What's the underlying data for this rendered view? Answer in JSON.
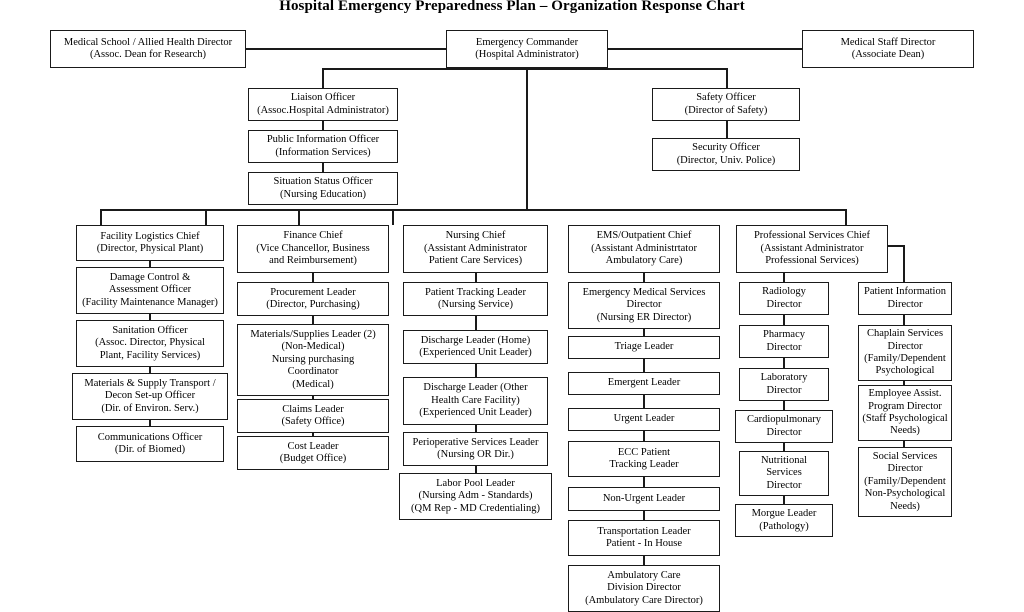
{
  "title": "Hospital Emergency Preparedness Plan – Organization Response Chart",
  "chart_data": {
    "type": "diagram",
    "diagram_kind": "organization-chart",
    "title": "Hospital Emergency Preparedness Plan – Organization Response Chart",
    "root": "Emergency Commander",
    "node_count": 42,
    "columns": [
      "Facility Logistics",
      "Finance",
      "Nursing",
      "EMS/Outpatient",
      "Professional Services",
      "Patient Information"
    ]
  },
  "nodes": {
    "medical_school": {
      "line1": "Medical School / Allied Health Director",
      "line2": "(Assoc. Dean for Research)"
    },
    "emergency_commander": {
      "line1": "Emergency Commander",
      "line2": "(Hospital Administrator)"
    },
    "medical_staff_director": {
      "line1": "Medical Staff Director",
      "line2": "(Associate Dean)"
    },
    "liaison_officer": {
      "line1": "Liaison Officer",
      "line2": "(Assoc.Hospital Administrator)"
    },
    "public_information_officer": {
      "line1": "Public Information Officer",
      "line2": "(Information Services)"
    },
    "situation_status_officer": {
      "line1": "Situation Status Officer",
      "line2": "(Nursing Education)"
    },
    "safety_officer": {
      "line1": "Safety Officer",
      "line2": "(Director of Safety)"
    },
    "security_officer": {
      "line1": "Security Officer",
      "line2": "(Director, Univ. Police)"
    },
    "facility_logistics_chief": {
      "line1": "Facility Logistics Chief",
      "line2": "(Director, Physical Plant)"
    },
    "damage_control": {
      "line1": "Damage Control &",
      "line2": "Assessment Officer",
      "line3": "(Facility Maintenance Manager)"
    },
    "sanitation_officer": {
      "line1": "Sanitation Officer",
      "line2": "(Assoc. Director, Physical",
      "line3": "Plant, Facility Services)"
    },
    "materials_supply_transport": {
      "line1": "Materials & Supply Transport /",
      "line2": "Decon Set-up Officer",
      "line3": "(Dir. of Environ. Serv.)"
    },
    "communications_officer": {
      "line1": "Communications Officer",
      "line2": "(Dir. of Biomed)"
    },
    "finance_chief": {
      "line1": "Finance Chief",
      "line2": "(Vice Chancellor, Business",
      "line3": "and Reimbursement)"
    },
    "procurement_leader": {
      "line1": "Procurement Leader",
      "line2": "(Director, Purchasing)"
    },
    "materials_supplies_leader": {
      "line1": "Materials/Supplies Leader (2)",
      "line2": "(Non-Medical)",
      "line3": "Nursing purchasing",
      "line4": "Coordinator",
      "line5": "(Medical)"
    },
    "claims_leader": {
      "line1": "Claims Leader",
      "line2": "(Safety Office)"
    },
    "cost_leader": {
      "line1": "Cost Leader",
      "line2": "(Budget Office)"
    },
    "nursing_chief": {
      "line1": "Nursing Chief",
      "line2": "(Assistant Administrator",
      "line3": "Patient Care Services)"
    },
    "patient_tracking_leader": {
      "line1": "Patient Tracking Leader",
      "line2": "(Nursing Service)"
    },
    "discharge_leader_home": {
      "line1": "Discharge Leader (Home)",
      "line2": "(Experienced Unit Leader)"
    },
    "discharge_leader_other": {
      "line1": "Discharge Leader (Other",
      "line2": "Health Care Facility)",
      "line3": "(Experienced Unit Leader)"
    },
    "perioperative_services_leader": {
      "line1": "Perioperative Services Leader",
      "line2": "(Nursing OR Dir.)"
    },
    "labor_pool_leader": {
      "line1": "Labor Pool Leader",
      "line2": "(Nursing Adm - Standards)",
      "line3": "(QM Rep - MD Credentialing)"
    },
    "ems_outpatient_chief": {
      "line1": "EMS/Outpatient Chief",
      "line2": "(Assistant Administrtator",
      "line3": "Ambulatory Care)"
    },
    "emergency_medical_services_director": {
      "line1": "Emergency Medical Services",
      "line2": "Director",
      "line3": "(Nursing ER Director)"
    },
    "triage_leader": {
      "line1": "Triage Leader"
    },
    "emergent_leader": {
      "line1": "Emergent Leader"
    },
    "urgent_leader": {
      "line1": "Urgent Leader"
    },
    "ecc_patient_tracking_leader": {
      "line1": "ECC Patient",
      "line2": "Tracking Leader"
    },
    "non_urgent_leader": {
      "line1": "Non-Urgent Leader"
    },
    "transportation_leader": {
      "line1": "Transportation Leader",
      "line2": "Patient - In House"
    },
    "ambulatory_care_division_director": {
      "line1": "Ambulatory Care",
      "line2": "Division Director",
      "line3": "(Ambulatory Care Director)"
    },
    "professional_services_chief": {
      "line1": "Professional Services Chief",
      "line2": "(Assistant Administrator",
      "line3": "Professional Services)"
    },
    "radiology_director": {
      "line1": "Radiology",
      "line2": "Director"
    },
    "pharmacy_director": {
      "line1": "Pharmacy",
      "line2": "Director"
    },
    "laboratory_director": {
      "line1": "Laboratory",
      "line2": "Director"
    },
    "cardiopulmonary_director": {
      "line1": "Cardiopulmonary",
      "line2": "Director"
    },
    "nutritional_services_director": {
      "line1": "Nutritional",
      "line2": "Services",
      "line3": "Director"
    },
    "morgue_leader": {
      "line1": "Morgue Leader",
      "line2": "(Pathology)"
    },
    "patient_information_director": {
      "line1": "Patient Information",
      "line2": "Director"
    },
    "chaplain_services_director": {
      "line1": "Chaplain Services",
      "line2": "Director",
      "line3": "(Family/Dependent",
      "line4": "Psychological"
    },
    "employee_assist_program_director": {
      "line1": "Employee Assist.",
      "line2": "Program Director",
      "line3": "(Staff Psychological",
      "line4": "Needs)"
    },
    "social_services_director": {
      "line1": "Social Services",
      "line2": "Director",
      "line3": "(Family/Dependent",
      "line4": "Non-Psychological",
      "line5": "Needs)"
    }
  },
  "colors": {
    "background": "#ffffff",
    "border": "#1a1a1a",
    "text": "#000000"
  }
}
